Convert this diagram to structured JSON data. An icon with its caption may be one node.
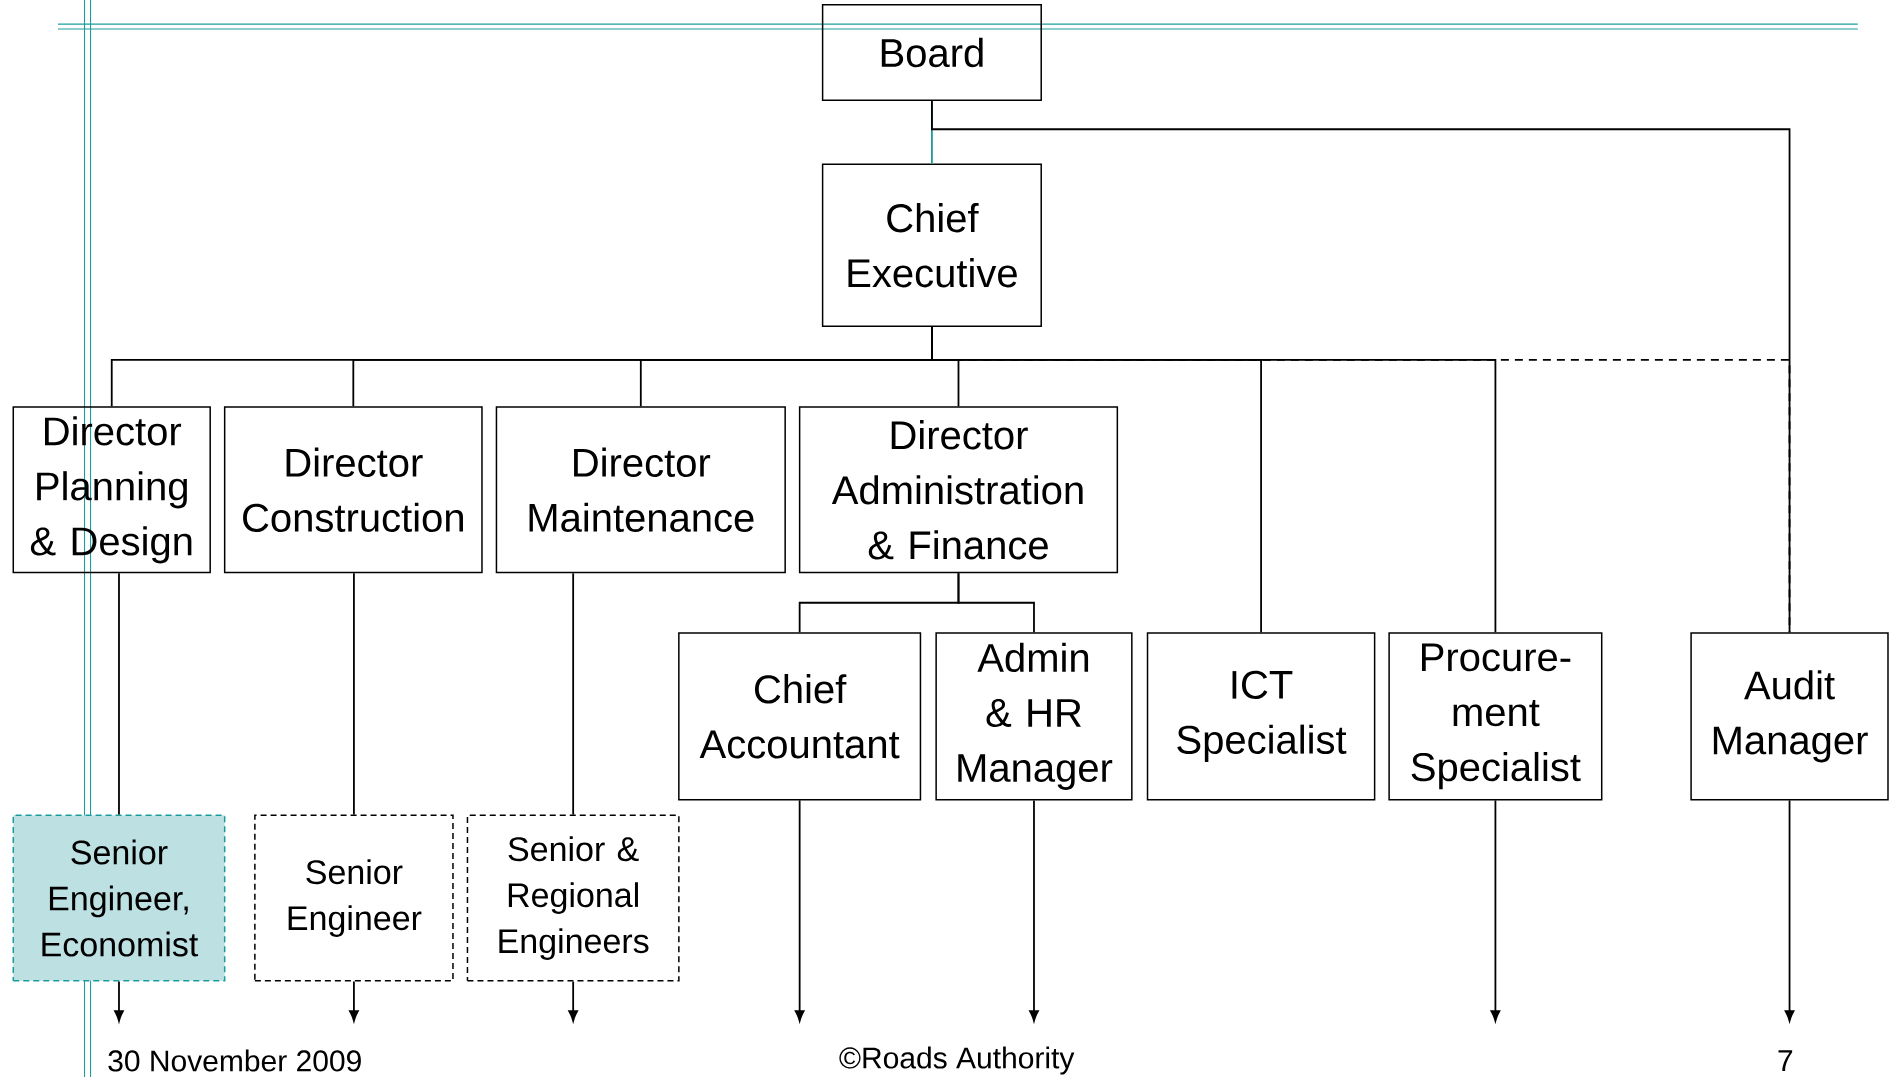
{
  "diagram": {
    "nodes": [
      {
        "text": [
          "Board"
        ]
      },
      {
        "text": [
          "Chief Executive"
        ]
      },
      {
        "text": [
          "Director Planning & Design"
        ]
      },
      {
        "text": [
          "Director Construction"
        ]
      },
      {
        "text": [
          "Director Maintenance"
        ]
      },
      {
        "text": [
          "Director Administration & Finance"
        ]
      },
      {
        "text": [
          "Chief Accountant"
        ]
      },
      {
        "text": [
          "Admin & HR Manager"
        ]
      },
      {
        "text": [
          "ICT Specialist"
        ]
      },
      {
        "text": [
          "Procure- ment Specialist"
        ]
      },
      {
        "text": [
          "Audit Manager"
        ]
      },
      {
        "text": [
          "Senior Engineer, Economist"
        ]
      },
      {
        "text": [
          "Senior Engineer"
        ]
      },
      {
        "text": [
          "Senior & Regional Engineers"
        ]
      }
    ],
    "edges": [
      {
        "from": 0,
        "to": 1,
        "arrow": "none",
        "color": "#1a9c9c"
      },
      {
        "from": 0,
        "to": 10,
        "arrow": "none"
      },
      {
        "from": 1,
        "to": 10,
        "arrow": "none",
        "style": "dashed"
      },
      {
        "from": 1,
        "to": 2,
        "arrow": "none"
      },
      {
        "from": 1,
        "to": 3,
        "arrow": "none"
      },
      {
        "from": 1,
        "to": 4,
        "arrow": "none"
      },
      {
        "from": 1,
        "to": 5,
        "arrow": "none"
      },
      {
        "from": 1,
        "to": 8,
        "arrow": "none"
      },
      {
        "from": 1,
        "to": 9,
        "arrow": "none"
      },
      {
        "from": 5,
        "to": 6,
        "arrow": "none"
      },
      {
        "from": 5,
        "to": 7,
        "arrow": "none"
      },
      {
        "from": 2,
        "to": 11,
        "arrow": "none"
      },
      {
        "from": 3,
        "to": 12,
        "arrow": "none"
      },
      {
        "from": 4,
        "to": 13,
        "arrow": "none"
      },
      {
        "from": 11,
        "to": null,
        "arrow": "to"
      },
      {
        "from": 12,
        "to": null,
        "arrow": "to"
      },
      {
        "from": 13,
        "to": null,
        "arrow": "to"
      },
      {
        "from": 6,
        "to": null,
        "arrow": "to"
      },
      {
        "from": 7,
        "to": null,
        "arrow": "to"
      },
      {
        "from": 9,
        "to": null,
        "arrow": "to"
      },
      {
        "from": 10,
        "to": null,
        "arrow": "to"
      }
    ],
    "labels": [
      "30 November 2009",
      "©Roads Authority",
      "7"
    ]
  }
}
